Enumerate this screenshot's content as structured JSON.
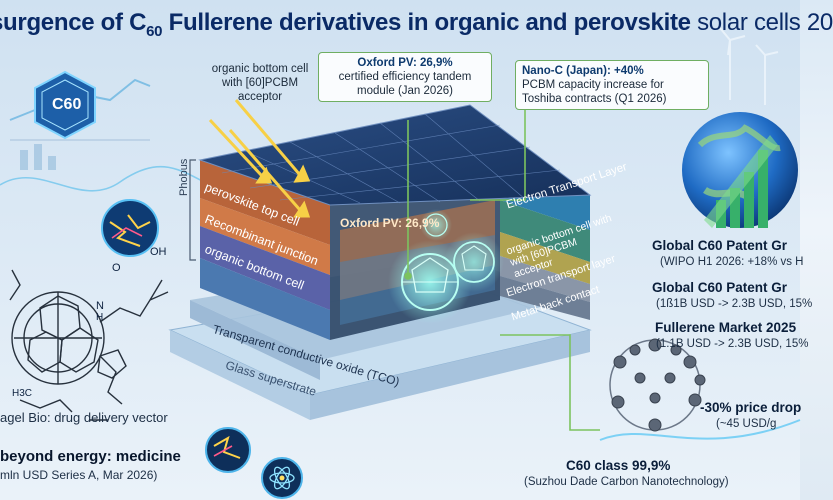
{
  "title": {
    "lead": "surgence of C",
    "sub60": "60",
    "mid": " Fullerene derivatives in organic and perovskite ",
    "tail": "solar cells 20"
  },
  "icon_c60_label": "C60",
  "callouts": {
    "organic_bottom_left": "organic bottom cell with [60]PCBM acceptor",
    "oxford_head": "Oxford PV: 26,9%",
    "oxford_body": "certified efficiency tandem module (Jan 2026)",
    "nanoc_head": "Nano-C (Japan): +40%",
    "nanoc_body": "PCBM capacity increase for Toshiba contracts (Q1 2026)"
  },
  "stack": {
    "phobus": "Phobus",
    "left_layers": [
      "perovskite top cell",
      "Recombinant junction",
      "organic bottom cell"
    ],
    "right_layers": [
      "Electron Transport Layer",
      "organic bottom cell with with [60]PCBM acceptor",
      "Electron transport layer",
      "Metal back contact"
    ],
    "tco": "Transparent conductive oxide (TCO)",
    "glass": "Glass superstrate",
    "inner_callout": "Oxford PV: 26,9%"
  },
  "molecule_labels": {
    "o": "O",
    "oh": "OH",
    "n": "N",
    "h": "H",
    "ch3": "H3C"
  },
  "left_panel": {
    "drug": "agel Bio: drug delivery vector",
    "medicine_head": "beyond energy: medicine",
    "medicine_sub": "mln USD Series A, Mar 2026)"
  },
  "right_panel": {
    "patent1_head": "Global C60 Patent Gr",
    "patent1_sub": "(WIPO H1 2026: +18% vs H",
    "patent2_head": "Global C60 Patent Gr",
    "patent2_sub": "(1ß1B USD -> 2.3B USD, 15%",
    "market_head": "Fullerene Market 2025",
    "market_sub": "(1.1B USD -> 2.3B USD, 15%",
    "price_head": "-30% price drop",
    "price_sub": "(~45 USD/g",
    "class_head": "C60 class 99,9%",
    "class_sub": "(Suzhou Dade Carbon Nanotechnology)"
  },
  "colors": {
    "perovskite": "#b8643a",
    "recombinant": "#d07a48",
    "organic": "#5a62a8",
    "etl": "#2e7fb0",
    "organic_right": "#3f8a7a",
    "etl2": "#b0a350",
    "metal": "#8a96a8",
    "tco": "#a9c4dd",
    "glass": "#c5dcee",
    "callout_border": "#6fae62"
  }
}
